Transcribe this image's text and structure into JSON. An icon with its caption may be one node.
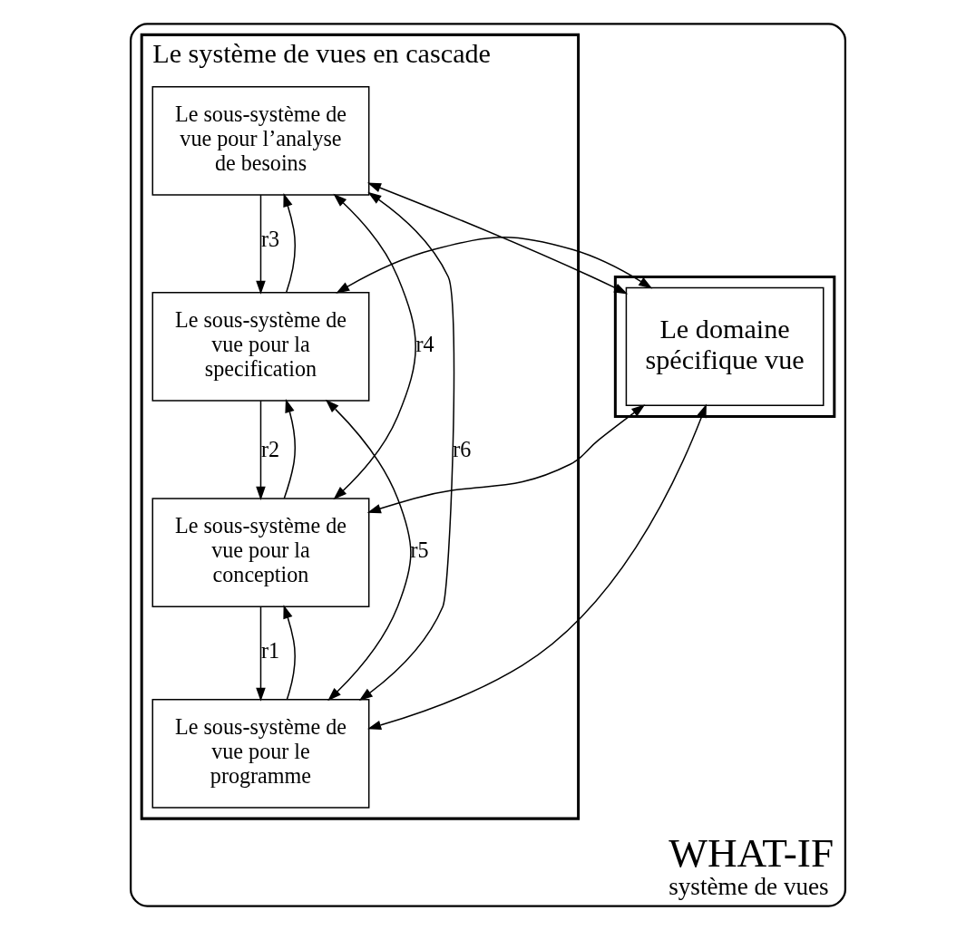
{
  "diagram": {
    "nodes": [
      {
        "text": [
          "WHAT-IF",
          "système de vues"
        ]
      },
      {
        "text": [
          "Le système de vues en cascade"
        ],
        "in": 0
      },
      {
        "text": [
          "Le sous-système de vue pour l’analyse de besoins"
        ],
        "in": 1
      },
      {
        "text": [
          "Le sous-système de vue pour la specification"
        ],
        "in": 1
      },
      {
        "text": [
          "Le sous-système de vue pour la conception"
        ],
        "in": 1
      },
      {
        "text": [
          "Le sous-système de vue pour le programme"
        ],
        "in": 1
      },
      {
        "text": [],
        "shape": "box",
        "in": 0
      },
      {
        "text": [
          "Le domaine spécifique vue"
        ],
        "in": 6
      }
    ],
    "edges": [
      {
        "from": 2,
        "to": 3,
        "arrow": "to",
        "label": "r3"
      },
      {
        "from": 3,
        "to": 2,
        "arrow": "to"
      },
      {
        "from": 3,
        "to": 4,
        "arrow": "to",
        "label": "r2"
      },
      {
        "from": 4,
        "to": 3,
        "arrow": "to"
      },
      {
        "from": 4,
        "to": 5,
        "arrow": "to",
        "label": "r1"
      },
      {
        "from": 5,
        "to": 4,
        "arrow": "to"
      },
      {
        "from": 2,
        "to": 4,
        "arrow": "both",
        "label": "r4"
      },
      {
        "from": 2,
        "to": 5,
        "arrow": "both",
        "label": "r6"
      },
      {
        "from": 3,
        "to": 5,
        "arrow": "both",
        "label": "r5"
      },
      {
        "from": 2,
        "to": 7,
        "arrow": "both"
      },
      {
        "from": 3,
        "to": 7,
        "arrow": "both"
      },
      {
        "from": 4,
        "to": 7,
        "arrow": "both"
      },
      {
        "from": 5,
        "to": 7,
        "arrow": "both"
      }
    ]
  }
}
